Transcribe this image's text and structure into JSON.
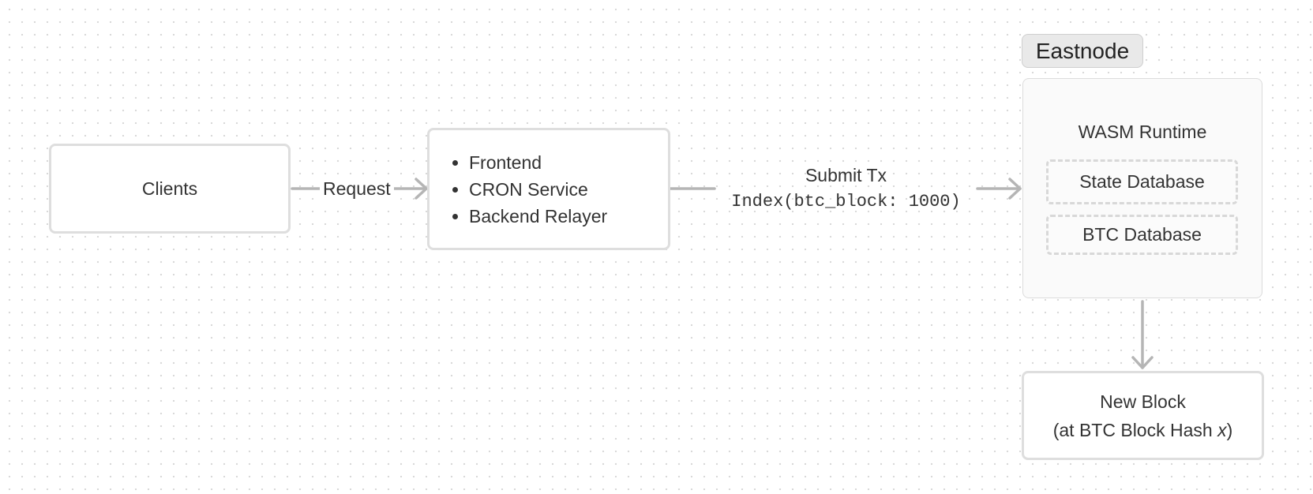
{
  "clients": {
    "label": "Clients"
  },
  "request_edge": {
    "label": "Request"
  },
  "services": {
    "items": [
      "Frontend",
      "CRON Service",
      "Backend Relayer"
    ]
  },
  "submit_edge": {
    "label": "Submit Tx",
    "code": "Index(btc_block: 1000)"
  },
  "eastnode": {
    "title": "Eastnode",
    "runtime_label": "WASM Runtime",
    "state_db": "State Database",
    "btc_db": "BTC Database"
  },
  "new_block": {
    "line1": "New Block",
    "line2_prefix": "(at BTC Block Hash ",
    "line2_var": "x",
    "line2_suffix": ")"
  }
}
